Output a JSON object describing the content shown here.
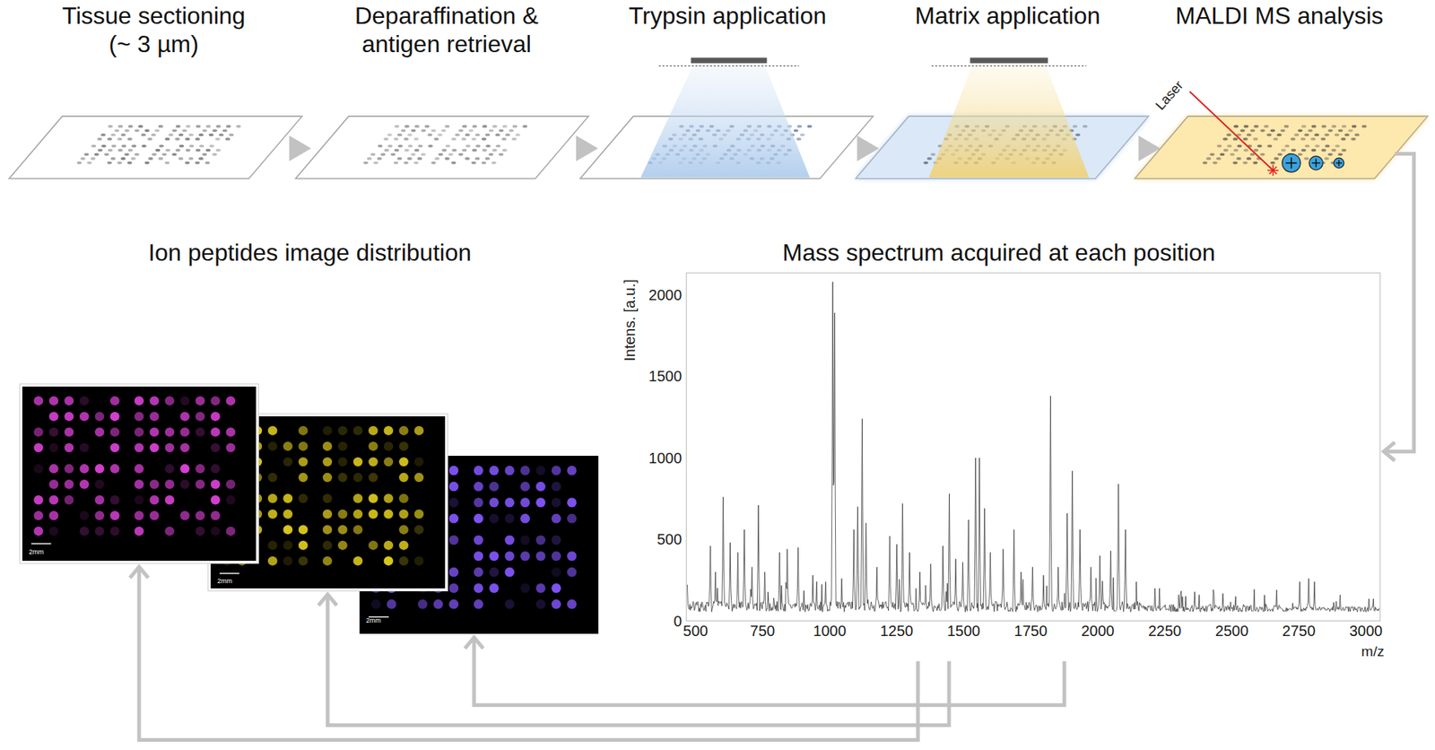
{
  "diagram": {
    "nodes": [
      {
        "text": [
          "Tissue sectioning (~ 3 µm)"
        ]
      },
      {
        "text": [
          "Deparaffination & antigen retrieval"
        ]
      },
      {
        "text": [
          "Trypsin application"
        ]
      },
      {
        "text": [
          "Matrix application"
        ]
      },
      {
        "text": [
          "MALDI MS analysis"
        ]
      },
      {
        "text": [
          "Ion peptides image distribution"
        ]
      },
      {
        "text": [
          "2mm"
        ],
        "in": 5
      },
      {
        "text": [
          "2mm"
        ],
        "in": 5
      },
      {
        "text": [
          "2mm"
        ],
        "in": 5
      },
      {
        "text": [
          "Mass spectrum acquired at each position"
        ]
      }
    ],
    "edges": [
      {
        "from": 0,
        "to": 1,
        "arrow": "to"
      },
      {
        "from": 1,
        "to": 2,
        "arrow": "to"
      },
      {
        "from": 2,
        "to": 3,
        "arrow": "to"
      },
      {
        "from": 3,
        "to": 4,
        "arrow": "to"
      },
      {
        "from": 4,
        "to": 9,
        "arrow": "to"
      },
      {
        "from": 9,
        "to": 6,
        "arrow": "to"
      },
      {
        "from": 9,
        "to": 7,
        "arrow": "to"
      },
      {
        "from": 9,
        "to": 8,
        "arrow": "to"
      }
    ],
    "labels": [
      "Laser",
      "Intens. [a.u.]",
      "2000",
      "1500",
      "1000",
      "500",
      "0",
      "500",
      "750",
      "1000",
      "1250",
      "1500",
      "1750",
      "2000",
      "2250",
      "2500",
      "2750",
      "3000",
      "m/z"
    ]
  }
}
